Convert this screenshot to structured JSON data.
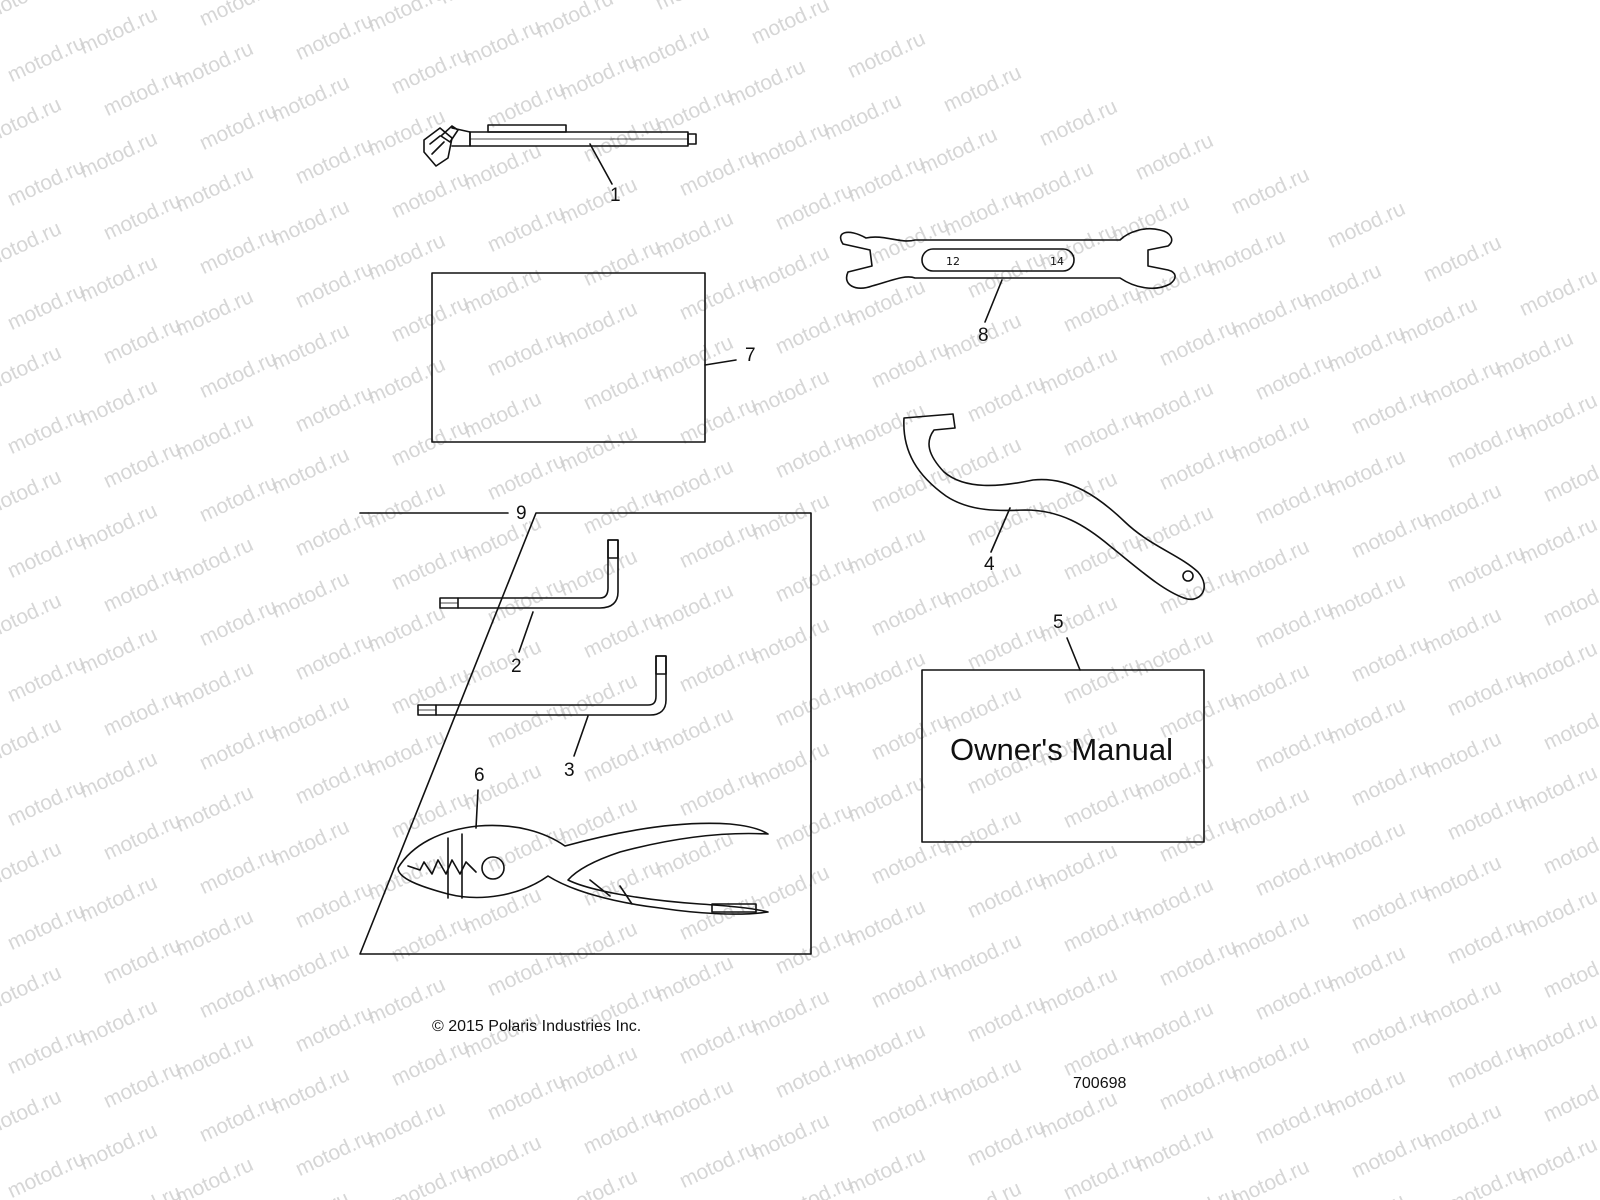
{
  "watermark_text": "motod.ru",
  "callouts": {
    "tire_gauge": "1",
    "hex_key_short": "2",
    "hex_key_long": "3",
    "spanner_wrench": "4",
    "owners_manual": "5",
    "pliers": "6",
    "tool_pouch": "7",
    "open_end_wrench": "8",
    "tool_kit": "9"
  },
  "wrench_sizes": {
    "left": "12",
    "right": "14"
  },
  "manual_title": "Owner's Manual",
  "copyright": "© 2015 Polaris Industries Inc.",
  "diagram_id": "700698",
  "colors": {
    "line": "#111111",
    "watermark": "#cfcfcf",
    "background": "#ffffff"
  }
}
